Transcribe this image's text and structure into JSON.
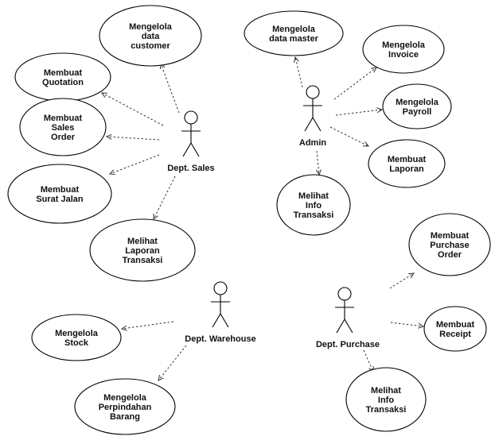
{
  "actors": [
    {
      "id": "sales",
      "label": "Dept. Sales"
    },
    {
      "id": "admin",
      "label": "Admin"
    },
    {
      "id": "warehouse",
      "label": "Dept. Warehouse"
    },
    {
      "id": "purchase",
      "label": "Dept. Purchase"
    }
  ],
  "use_cases": [
    {
      "id": "uc-customer",
      "lines": [
        "Mengelola",
        "data",
        "customer"
      ]
    },
    {
      "id": "uc-quotation",
      "lines": [
        "Membuat",
        "Quotation"
      ]
    },
    {
      "id": "uc-sales-order",
      "lines": [
        "Membuat",
        "Sales",
        "Order"
      ]
    },
    {
      "id": "uc-surat-jalan",
      "lines": [
        "Membuat",
        "Surat Jalan"
      ]
    },
    {
      "id": "uc-laporan-transaksi",
      "lines": [
        "Melihat",
        "Laporan",
        "Transaksi"
      ]
    },
    {
      "id": "uc-data-master",
      "lines": [
        "Mengelola",
        "data master"
      ]
    },
    {
      "id": "uc-invoice",
      "lines": [
        "Mengelola",
        "Invoice"
      ]
    },
    {
      "id": "uc-payroll",
      "lines": [
        "Mengelola",
        "Payroll"
      ]
    },
    {
      "id": "uc-laporan",
      "lines": [
        "Membuat",
        "Laporan"
      ]
    },
    {
      "id": "uc-info-admin",
      "lines": [
        "Melihat",
        "Info",
        "Transaksi"
      ]
    },
    {
      "id": "uc-purchase-order",
      "lines": [
        "Membuat",
        "Purchase",
        "Order"
      ]
    },
    {
      "id": "uc-receipt",
      "lines": [
        "Membuat",
        "Receipt"
      ]
    },
    {
      "id": "uc-info-purchase",
      "lines": [
        "Melihat",
        "Info",
        "Transaksi"
      ]
    },
    {
      "id": "uc-stock",
      "lines": [
        "Mengelola",
        "Stock"
      ]
    },
    {
      "id": "uc-perpindahan",
      "lines": [
        "Mengelola",
        "Perpindahan",
        "Barang"
      ]
    }
  ],
  "associations": [
    {
      "actor": "sales",
      "use_case": "uc-customer"
    },
    {
      "actor": "sales",
      "use_case": "uc-quotation"
    },
    {
      "actor": "sales",
      "use_case": "uc-sales-order"
    },
    {
      "actor": "sales",
      "use_case": "uc-surat-jalan"
    },
    {
      "actor": "sales",
      "use_case": "uc-laporan-transaksi"
    },
    {
      "actor": "admin",
      "use_case": "uc-data-master"
    },
    {
      "actor": "admin",
      "use_case": "uc-invoice"
    },
    {
      "actor": "admin",
      "use_case": "uc-payroll"
    },
    {
      "actor": "admin",
      "use_case": "uc-laporan"
    },
    {
      "actor": "admin",
      "use_case": "uc-info-admin"
    },
    {
      "actor": "purchase",
      "use_case": "uc-purchase-order"
    },
    {
      "actor": "purchase",
      "use_case": "uc-receipt"
    },
    {
      "actor": "purchase",
      "use_case": "uc-info-purchase"
    },
    {
      "actor": "warehouse",
      "use_case": "uc-stock"
    },
    {
      "actor": "warehouse",
      "use_case": "uc-perpindahan"
    }
  ]
}
